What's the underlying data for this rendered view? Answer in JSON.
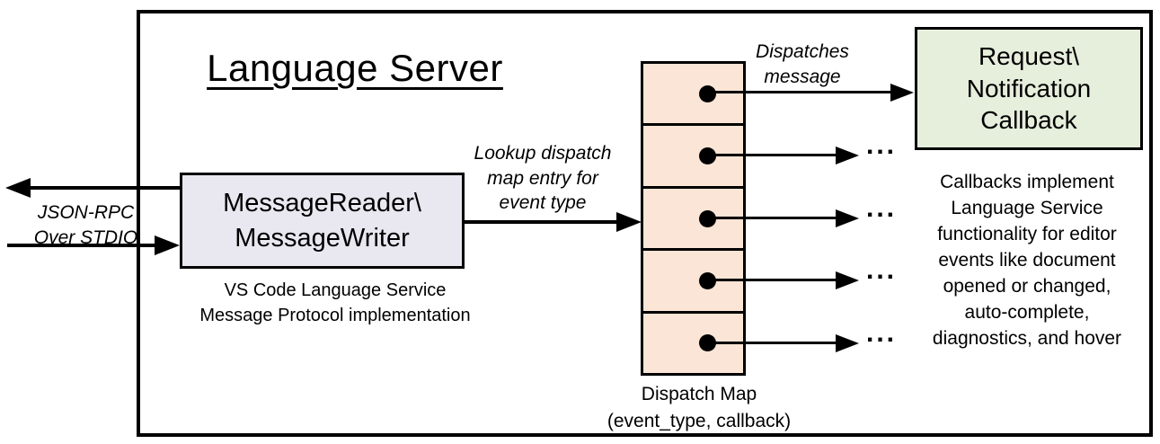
{
  "colors": {
    "outline": "#000000",
    "message_box_fill": "#E9E8F1",
    "dispatch_cell_fill": "#FBE5D6",
    "callback_box_fill": "#E6EEDC",
    "background": "#FFFFFF"
  },
  "diagram": {
    "title": "Language Server",
    "io_arrow_label": "JSON-RPC\nOver STDIO",
    "message_box": {
      "label": "MessageReader\\\nMessageWriter",
      "caption": "VS Code Language Service\nMessage Protocol implementation"
    },
    "lookup_label": "Lookup dispatch\nmap entry for\nevent type",
    "dispatches_label": "Dispatches\nmessage",
    "dispatch_map": {
      "rows": 5,
      "caption": "Dispatch Map\n(event_type, callback)"
    },
    "callback_box": {
      "label": "Request\\\nNotification\nCallback"
    },
    "callbacks_note": "Callbacks implement\nLanguage Service\nfunctionality for editor\nevents like document\nopened or changed,\nauto-complete,\ndiagnostics, and hover",
    "ellipsis": "..."
  }
}
